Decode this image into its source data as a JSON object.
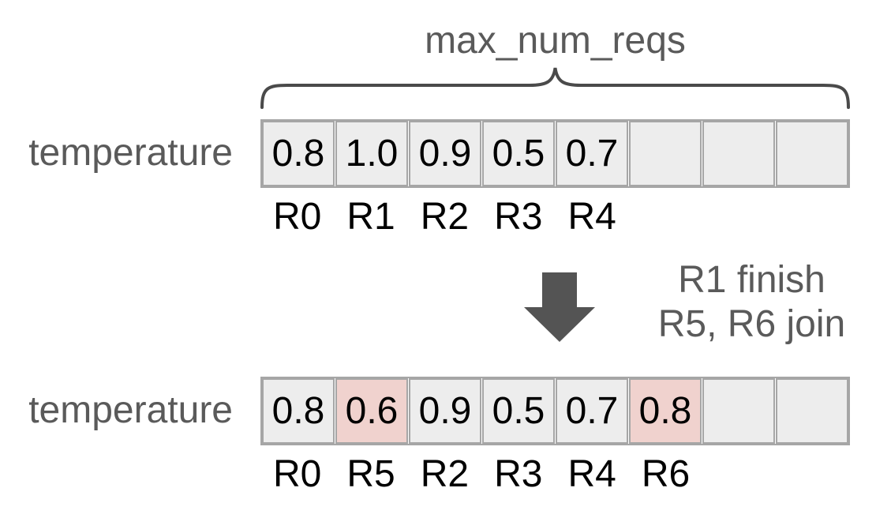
{
  "colors": {
    "cell_fill": "#ededed",
    "cell_highlight_fill": "#f0d2ce",
    "cell_border": "#a6a6a6",
    "label_gray": "#5a5a5a",
    "arrow_gray": "#545454",
    "brace_gray": "#4a4a4a"
  },
  "brace": {
    "label": "max_num_reqs"
  },
  "before": {
    "label": "temperature",
    "cells": [
      {
        "value": "0.8",
        "highlight": false
      },
      {
        "value": "1.0",
        "highlight": false
      },
      {
        "value": "0.9",
        "highlight": false
      },
      {
        "value": "0.5",
        "highlight": false
      },
      {
        "value": "0.7",
        "highlight": false
      },
      {
        "value": "",
        "highlight": false
      },
      {
        "value": "",
        "highlight": false
      },
      {
        "value": "",
        "highlight": false
      }
    ],
    "request_labels": [
      "R0",
      "R1",
      "R2",
      "R3",
      "R4",
      "",
      "",
      ""
    ]
  },
  "transition": {
    "arrow_icon": "down-block-arrow",
    "line1": "R1 finish",
    "line2": "R5, R6 join"
  },
  "after": {
    "label": "temperature",
    "cells": [
      {
        "value": "0.8",
        "highlight": false
      },
      {
        "value": "0.6",
        "highlight": true
      },
      {
        "value": "0.9",
        "highlight": false
      },
      {
        "value": "0.5",
        "highlight": false
      },
      {
        "value": "0.7",
        "highlight": false
      },
      {
        "value": "0.8",
        "highlight": true
      },
      {
        "value": "",
        "highlight": false
      },
      {
        "value": "",
        "highlight": false
      }
    ],
    "request_labels": [
      "R0",
      "R5",
      "R2",
      "R3",
      "R4",
      "R6",
      "",
      ""
    ]
  }
}
